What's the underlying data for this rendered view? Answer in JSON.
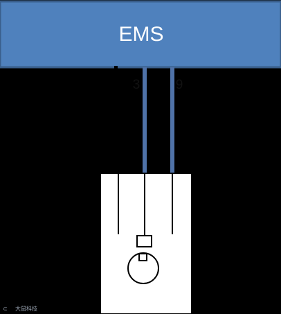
{
  "ecu": {
    "label": "EMS",
    "fill_color": "#4f81bd",
    "border_color": "#3a5f8c"
  },
  "wire_color": "#4f72a8",
  "pin_numbers": [
    "3",
    "9"
  ],
  "watermark": {
    "text": "大鼠科技"
  }
}
